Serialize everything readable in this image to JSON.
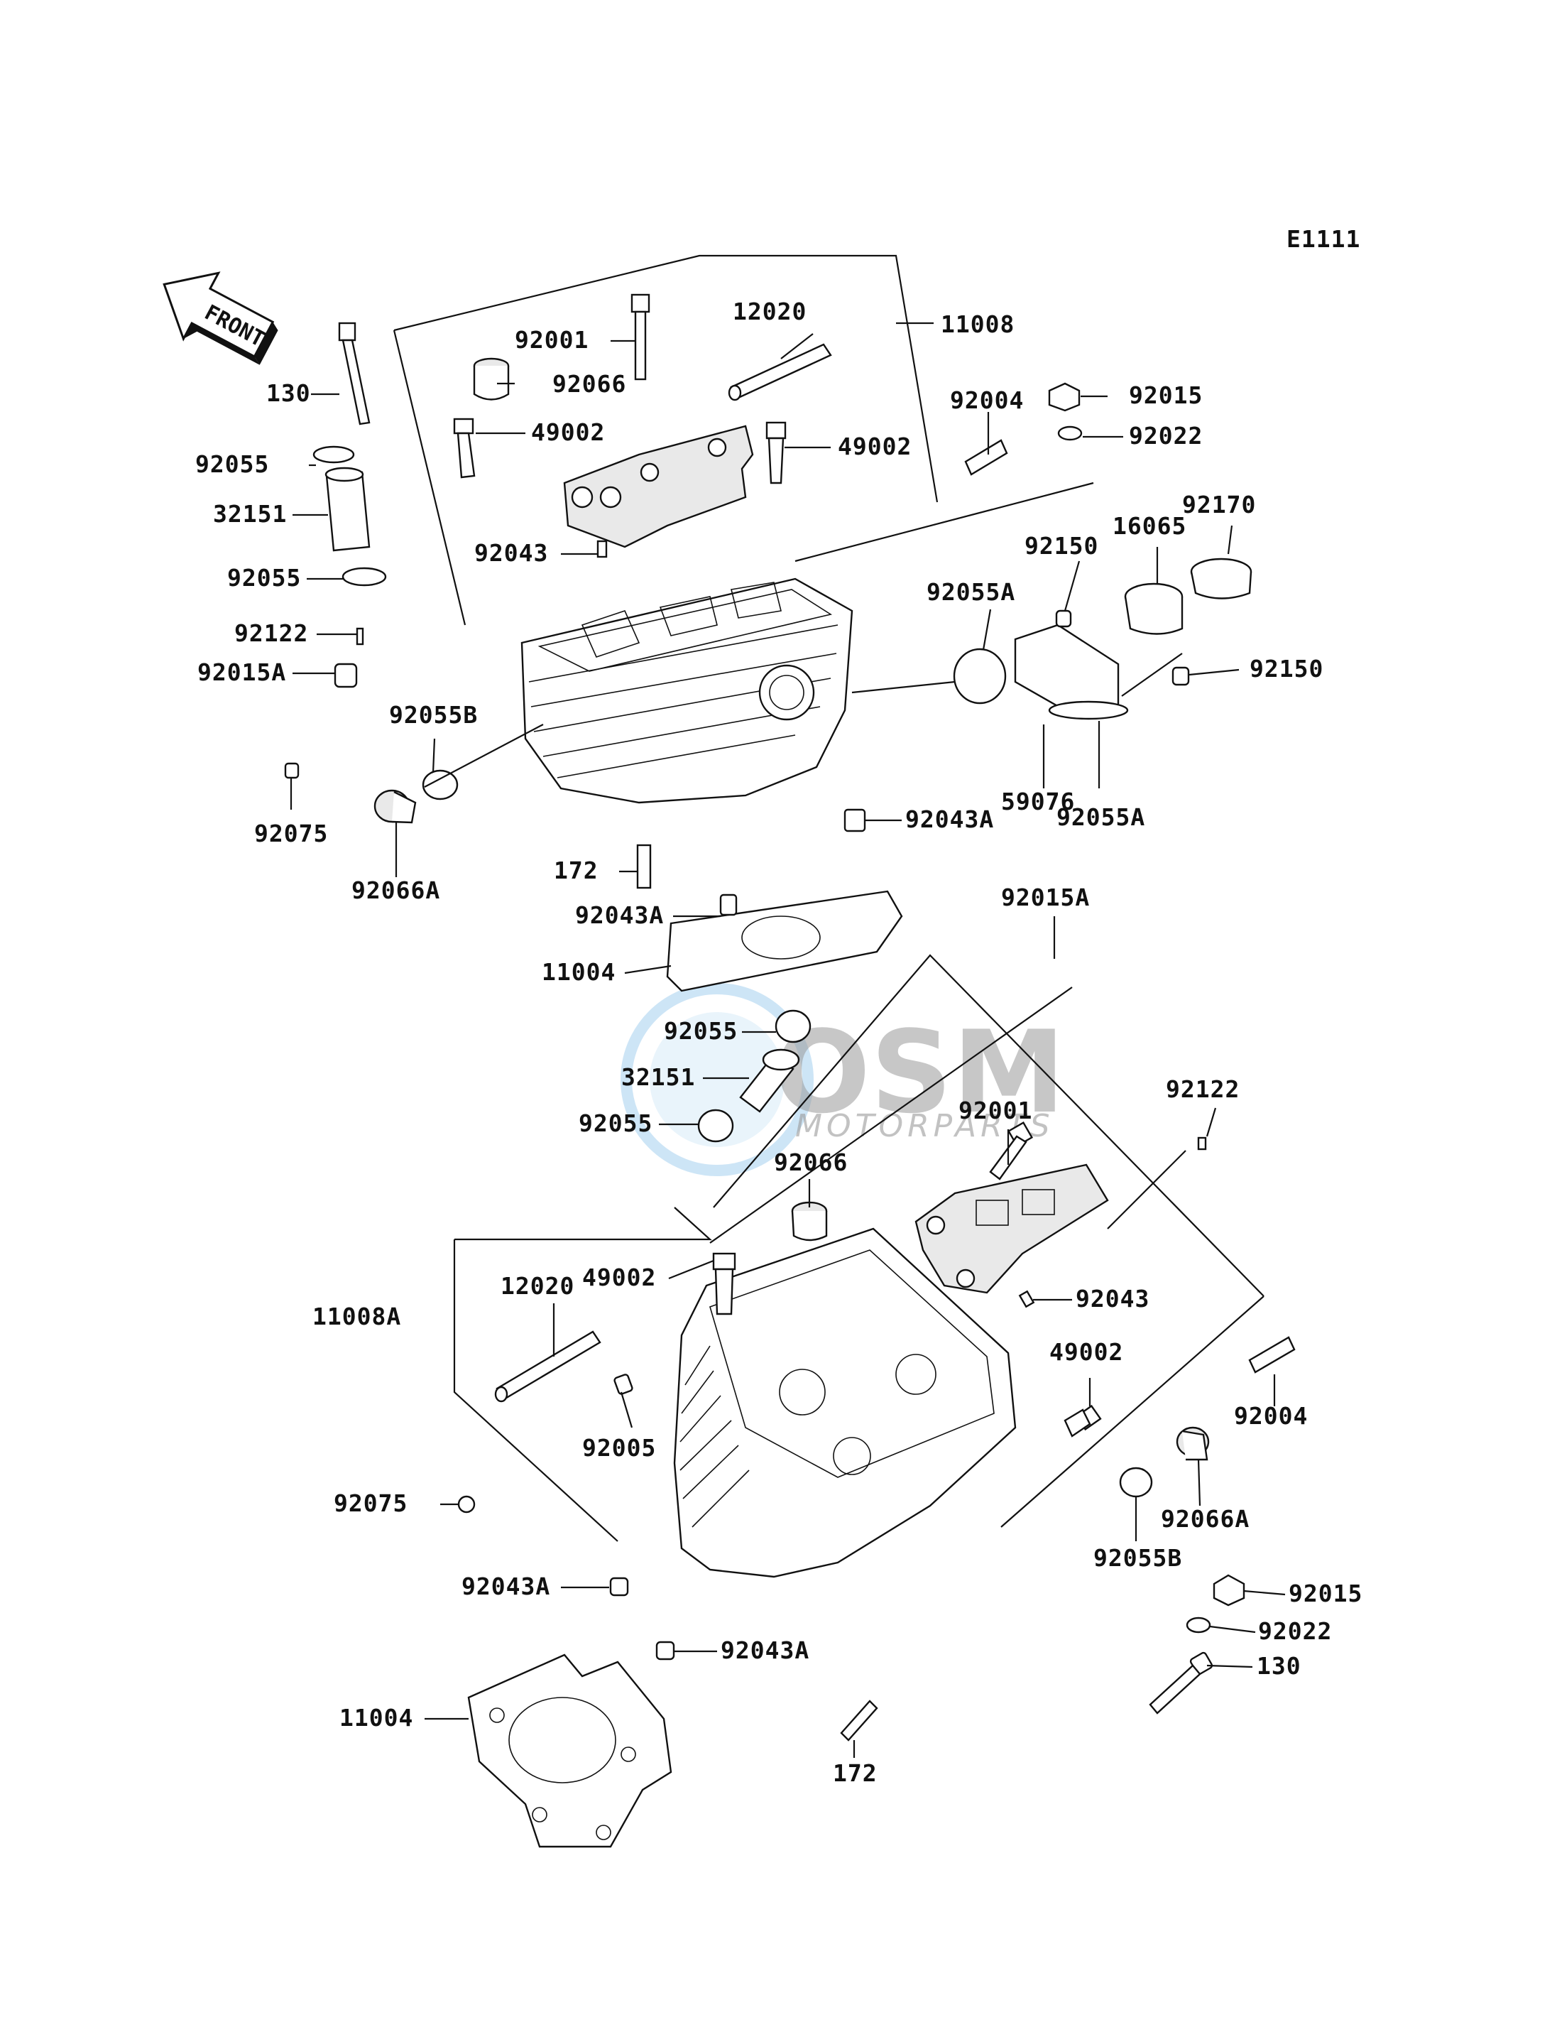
{
  "diagram": {
    "code": "E1111",
    "direction_label": "FRONT",
    "watermark": {
      "brand": "OSM",
      "sub": "MOTORPARTS",
      "color": "#4aa3df"
    },
    "callouts": [
      "12020",
      "11008",
      "92001",
      "92066",
      "130",
      "49002",
      "49002",
      "92004",
      "92015",
      "92022",
      "92055",
      "32151",
      "92043",
      "92055",
      "92170",
      "92150",
      "16065",
      "92055A",
      "92122",
      "92015A",
      "92150",
      "92055B",
      "59076",
      "92055A",
      "92075",
      "92043A",
      "92066A",
      "172",
      "92043A",
      "92015A",
      "11004",
      "92055",
      "32151",
      "92001",
      "92122",
      "92055",
      "92066",
      "49002",
      "12020",
      "11008A",
      "92043",
      "49002",
      "92004",
      "92005",
      "92075",
      "92066A",
      "92055B",
      "92043A",
      "92015",
      "92022",
      "92043A",
      "130",
      "11004",
      "172"
    ]
  }
}
